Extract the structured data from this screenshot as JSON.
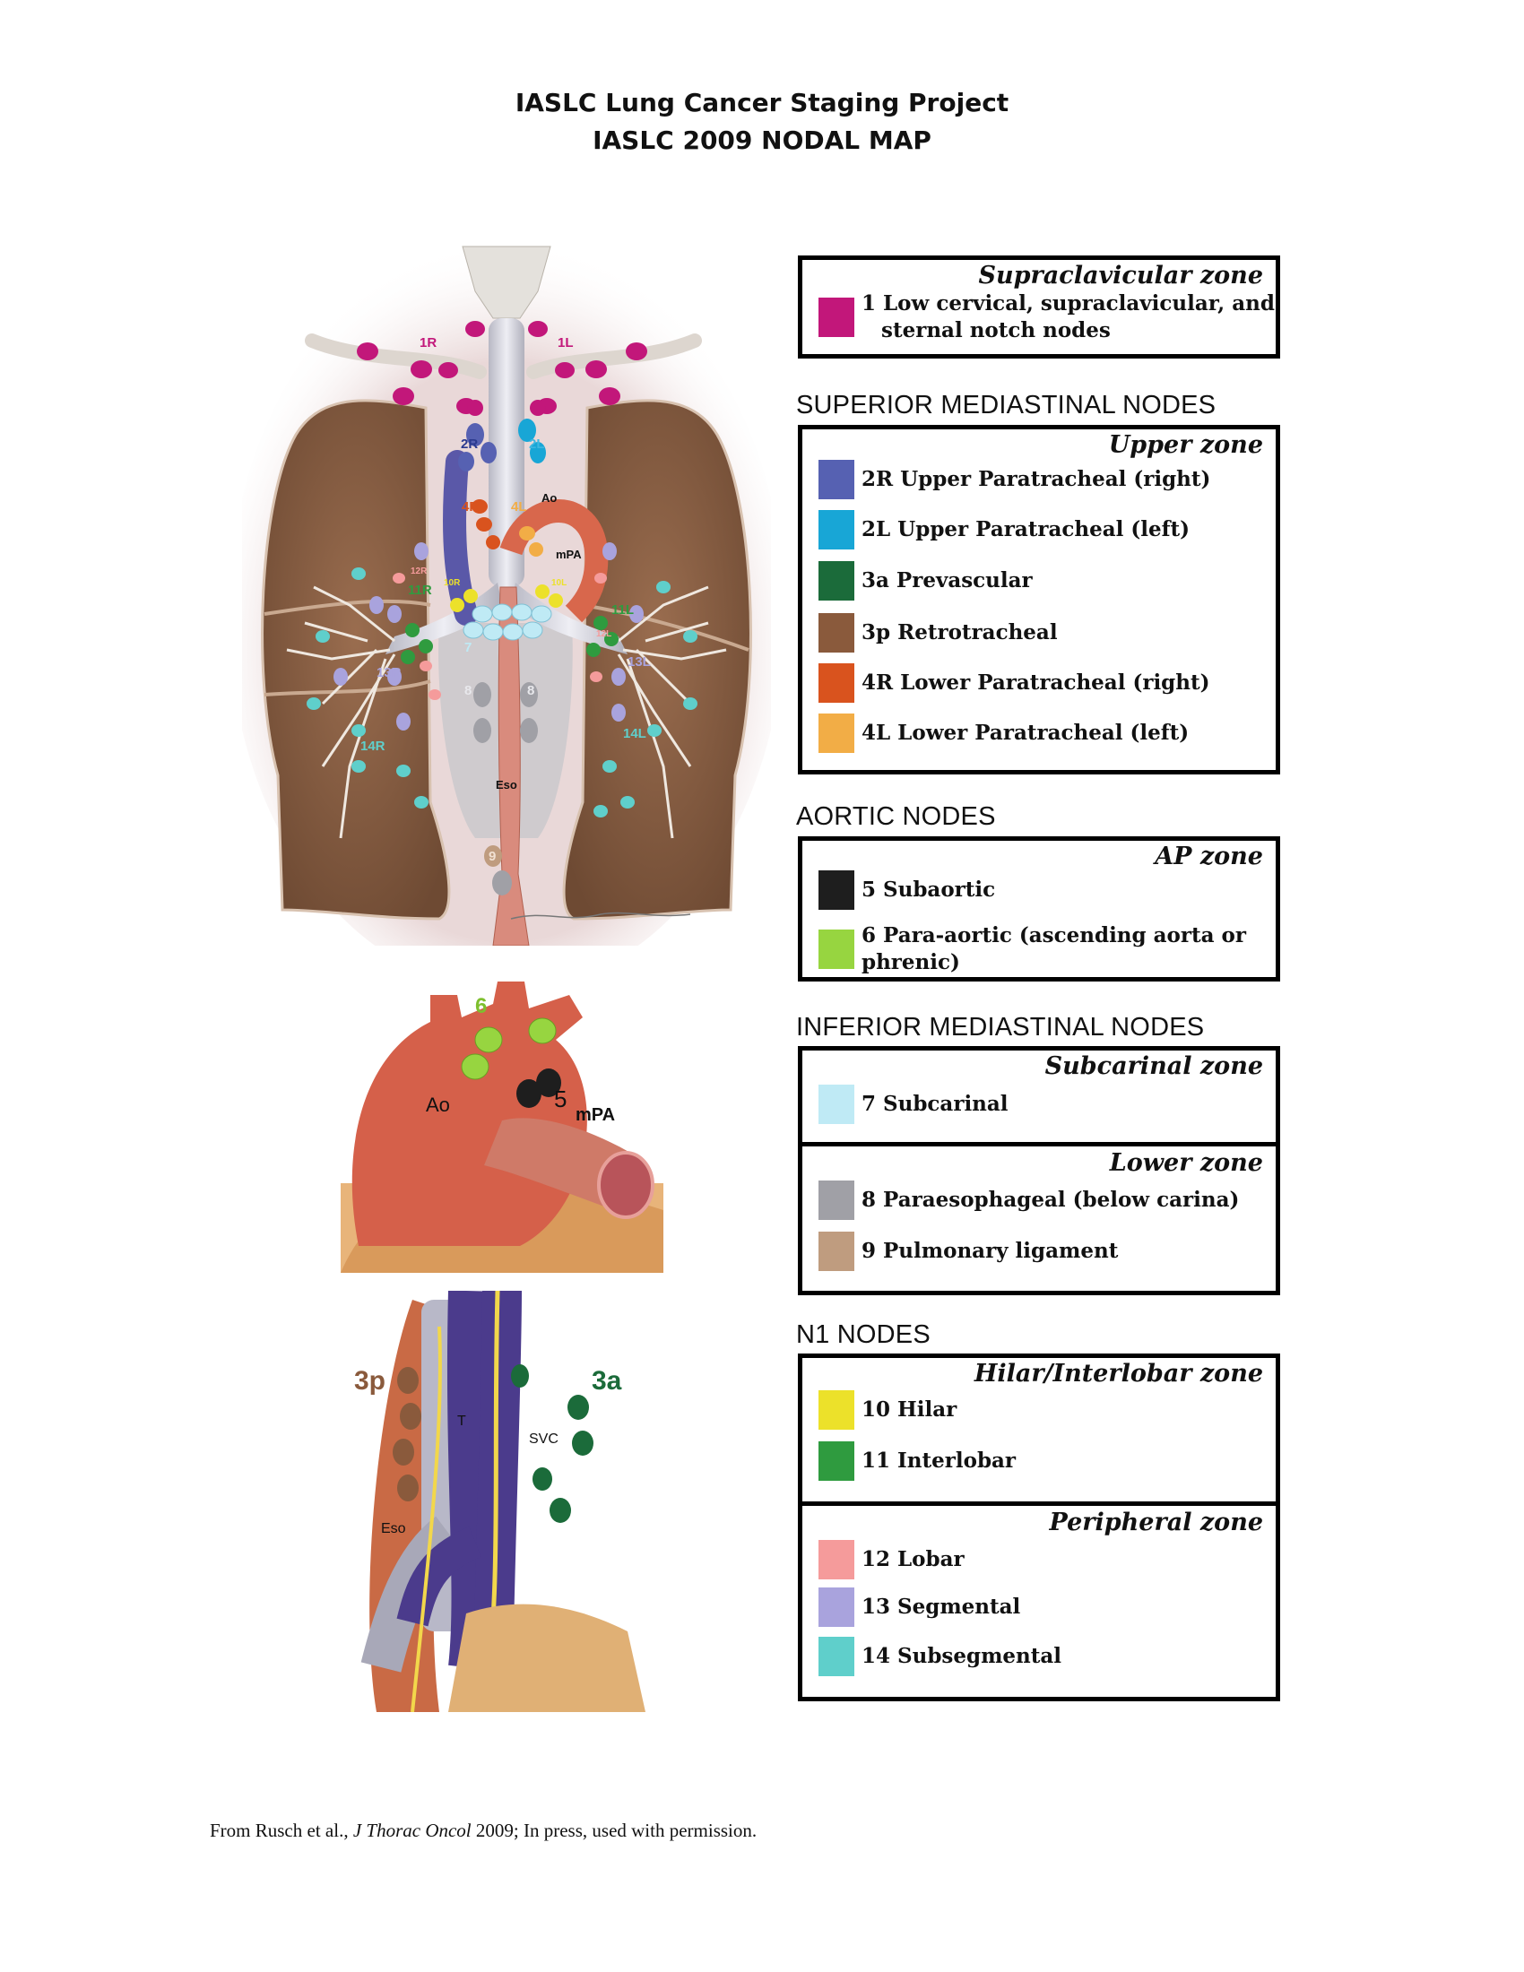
{
  "title": {
    "line1": "IASLC Lung Cancer Staging Project",
    "line2": "IASLC 2009 NODAL MAP"
  },
  "figure_labels": {
    "lung": {
      "r1": "1R",
      "l1": "1L",
      "r2": "2R",
      "l2": "2L",
      "r4": "4R",
      "l4": "4L",
      "ao": "Ao",
      "mpa": "mPA",
      "r10": "10R",
      "l10": "10L",
      "r11": "11R",
      "l11": "11L",
      "r12": "12R",
      "l12": "12L",
      "r13": "13R",
      "l13": "13L",
      "r14": "14R",
      "l14": "14L",
      "n7": "7",
      "n8": "8",
      "n8b": "8",
      "n9": "9",
      "eso": "Eso"
    },
    "aorta": {
      "n6": "6",
      "n5": "5",
      "ao": "Ao",
      "mpa": "mPA"
    },
    "side": {
      "p3": "3p",
      "a3": "3a",
      "t": "T",
      "svc": "SVC",
      "eso": "Eso"
    }
  },
  "legend": {
    "supraclavicular": {
      "zone": "Supraclavicular zone",
      "items": [
        {
          "label_line1": "1 Low cervical, supraclavicular, and",
          "label_line2": "sternal notch nodes",
          "color": "#c2177a"
        }
      ]
    },
    "superior": {
      "heading": "SUPERIOR MEDIASTINAL NODES",
      "zone": "Upper zone",
      "items": [
        {
          "label": "2R Upper Paratracheal (right)",
          "color": "#5661b2"
        },
        {
          "label": "2L Upper Paratracheal (left)",
          "color": "#18a6d6"
        },
        {
          "label": "3a Prevascular",
          "color": "#1b6b3a"
        },
        {
          "label": "3p Retrotracheal",
          "color": "#8a5a3c"
        },
        {
          "label": "4R Lower Paratracheal (right)",
          "color": "#d9531e"
        },
        {
          "label": "4L Lower Paratracheal (left)",
          "color": "#f2ad46"
        }
      ]
    },
    "aortic": {
      "heading": "AORTIC NODES",
      "zone": "AP zone",
      "items": [
        {
          "label": "5 Subaortic",
          "color": "#1e1e1e"
        },
        {
          "label": "6 Para-aortic (ascending aorta or phrenic)",
          "color": "#97d540"
        }
      ]
    },
    "inferior": {
      "heading": "INFERIOR MEDIASTINAL NODES",
      "zone_a": "Subcarinal zone",
      "items_a": [
        {
          "label": "7 Subcarinal",
          "color": "#bfeaf5"
        }
      ],
      "zone_b": "Lower zone",
      "items_b": [
        {
          "label": "8 Paraesophageal (below carina)",
          "color": "#a0a0a6"
        },
        {
          "label": "9 Pulmonary ligament",
          "color": "#bf9c7f"
        }
      ]
    },
    "n1": {
      "heading": "N1 NODES",
      "zone_a": "Hilar/Interlobar zone",
      "items_a": [
        {
          "label": "10 Hilar",
          "color": "#ece12a"
        },
        {
          "label": "11 Interlobar",
          "color": "#2f9b3f"
        }
      ],
      "zone_b": "Peripheral zone",
      "items_b": [
        {
          "label": "12 Lobar",
          "color": "#f59b9b"
        },
        {
          "label": "13 Segmental",
          "color": "#a9a3dd"
        },
        {
          "label": "14 Subsegmental",
          "color": "#5fcfcb"
        }
      ]
    }
  },
  "footer": {
    "pre": "From Rusch et al., ",
    "journal": "J Thorac Oncol",
    "year": " 2009",
    "post": "; In press, used with permission."
  }
}
